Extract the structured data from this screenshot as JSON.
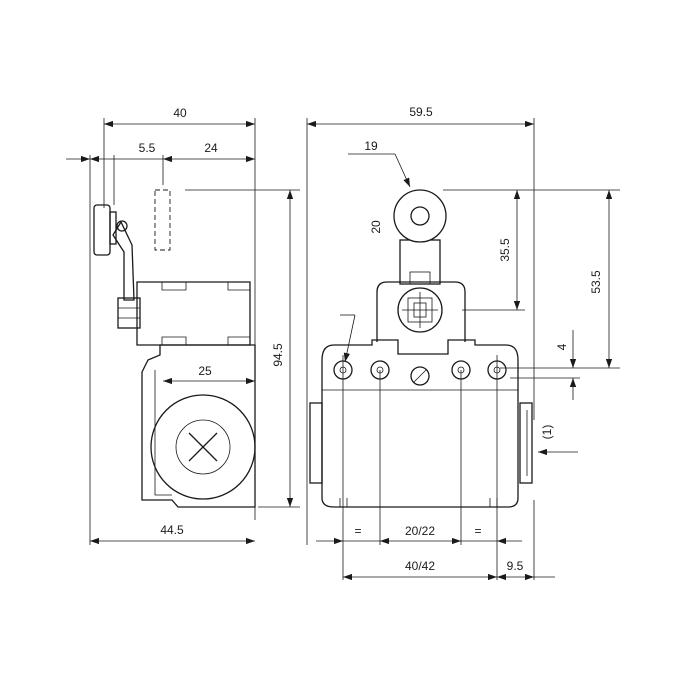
{
  "dimensions": {
    "side_total_width": "40",
    "roller_width": "5.5",
    "lever_offset": "24",
    "side_body_width": "25",
    "side_base_width": "44.5",
    "overall_height": "94.5",
    "front_total_width": "59.5",
    "roller_diameter": "19",
    "roller_thickness": "20",
    "roller_to_axis": "35.5",
    "top_to_mount": "53.5",
    "mount_offset": "4",
    "conduit_entry": "(1)",
    "equal_left": "=",
    "hole_spacing": "20/22",
    "equal_right": "=",
    "base_spacing": "40/42",
    "base_offset": "9.5"
  }
}
